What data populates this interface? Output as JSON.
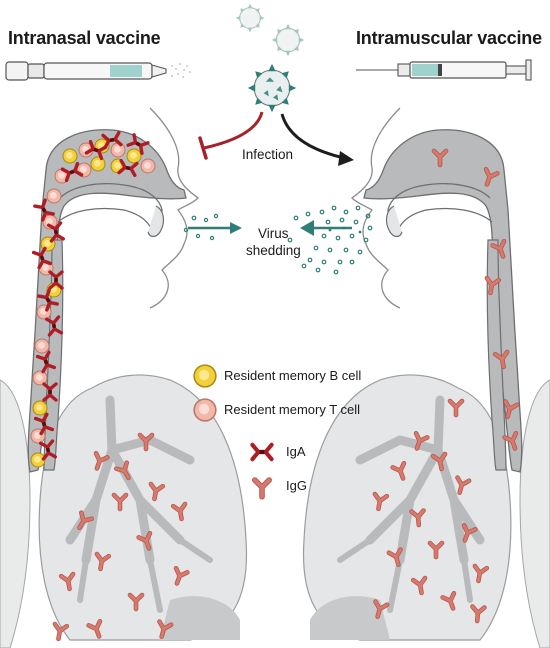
{
  "titles": {
    "left": "Intranasal vaccine",
    "right": "Intramuscular vaccine"
  },
  "labels": {
    "infection": "Infection",
    "virus_line1": "Virus",
    "virus_line2": "shedding"
  },
  "legend": {
    "b_cell": "Resident memory B cell",
    "t_cell": "Resident memory T cell",
    "iga": "IgA",
    "igg": "IgG"
  },
  "colors": {
    "tissue": "#b9babb",
    "tissue_dark": "#8d8e8f",
    "airway": "#cfcfd0",
    "outline": "#6e6f71",
    "b_cell": "#f3cf3a",
    "t_cell": "#f2b7a9",
    "iga": "#b01c24",
    "igg": "#d7796c",
    "virus": "#2f7f78",
    "virus_light": "#9fcac4",
    "inhibit": "#a3232a",
    "arrow": "#1e1e1e"
  },
  "icons": [
    "nasal-spray-icon",
    "syringe-icon",
    "virus-icon"
  ]
}
